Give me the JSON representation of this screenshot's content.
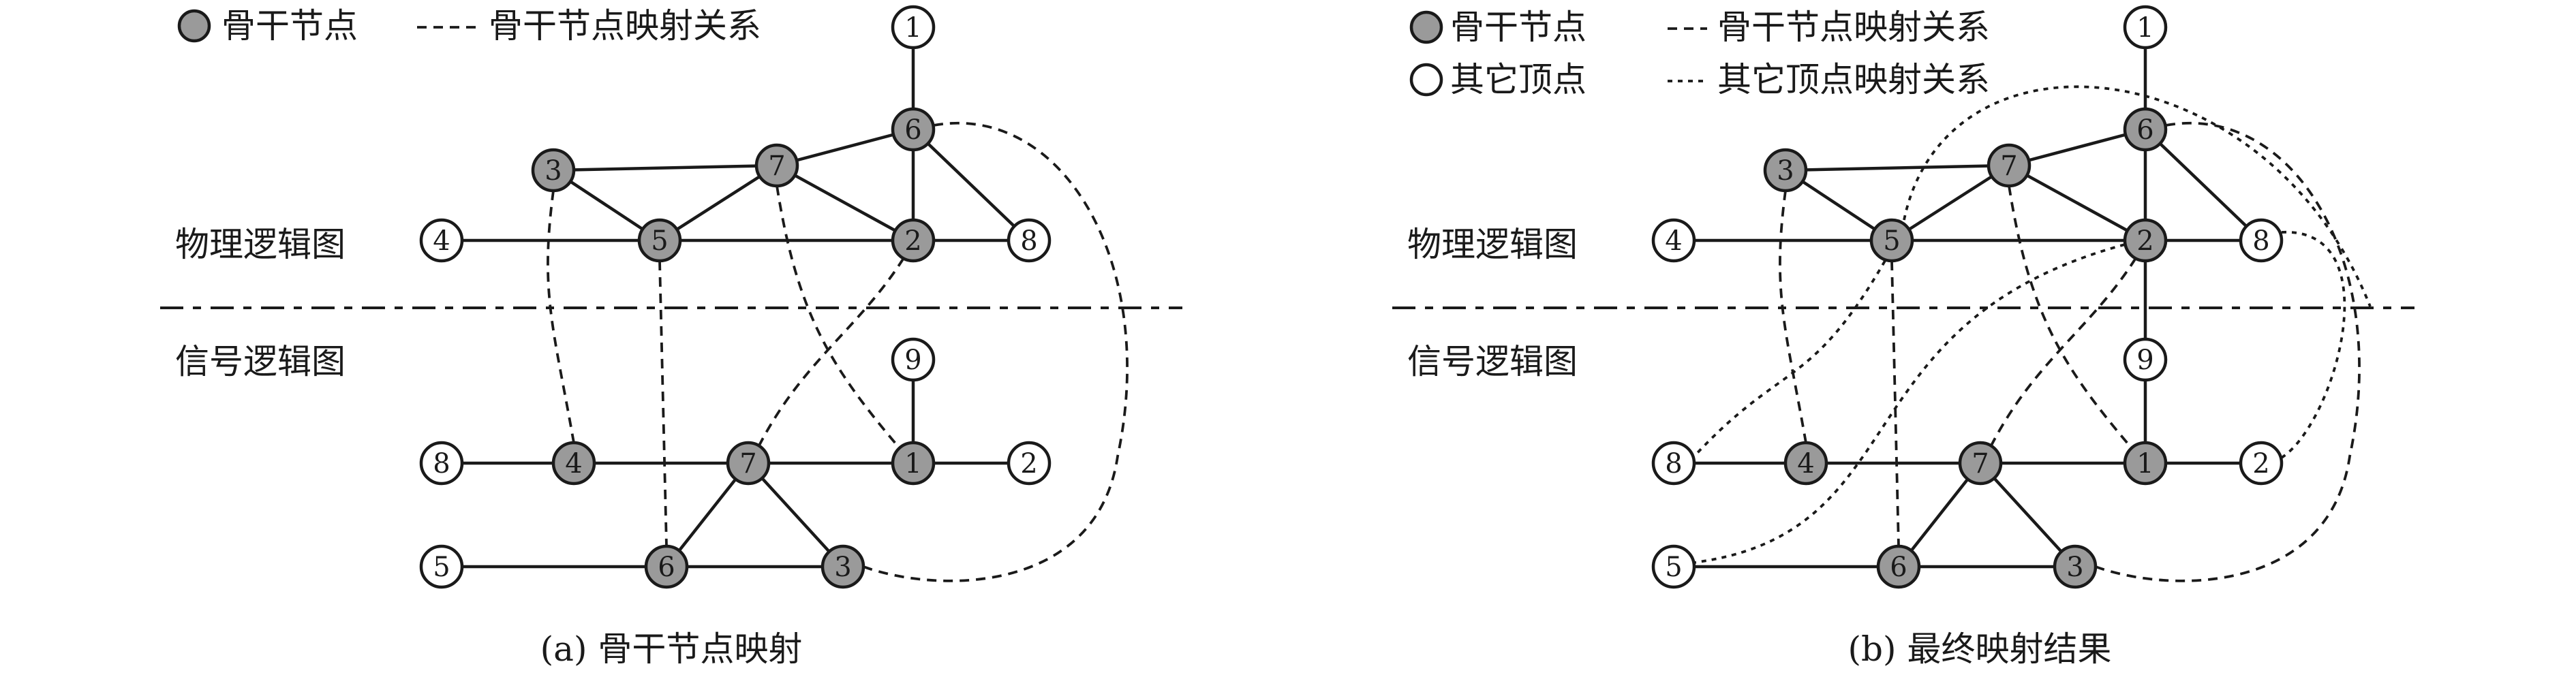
{
  "colors": {
    "backbone": "#9a9a9a",
    "other": "#ffffff",
    "stroke": "#1a1a1a"
  },
  "legend": {
    "backbone_node": "骨干节点",
    "backbone_mapping": "骨干节点映射关系",
    "other_node": "其它顶点",
    "other_mapping": "其它顶点映射关系"
  },
  "layers": {
    "physical": "物理逻辑图",
    "signal": "信号逻辑图"
  },
  "captions": {
    "a": "(a) 骨干节点映射",
    "b": "(b) 最终映射结果"
  },
  "physical_nodes": [
    {
      "id": "1",
      "type": "other"
    },
    {
      "id": "6",
      "type": "backbone"
    },
    {
      "id": "3",
      "type": "backbone"
    },
    {
      "id": "7",
      "type": "backbone"
    },
    {
      "id": "4",
      "type": "other"
    },
    {
      "id": "5",
      "type": "backbone"
    },
    {
      "id": "2",
      "type": "backbone"
    },
    {
      "id": "8",
      "type": "other"
    }
  ],
  "signal_nodes": [
    {
      "id": "9",
      "type": "other"
    },
    {
      "id": "8",
      "type": "other"
    },
    {
      "id": "4",
      "type": "backbone"
    },
    {
      "id": "7",
      "type": "backbone"
    },
    {
      "id": "1",
      "type": "backbone"
    },
    {
      "id": "2",
      "type": "other"
    },
    {
      "id": "5",
      "type": "other"
    },
    {
      "id": "6",
      "type": "backbone"
    },
    {
      "id": "3",
      "type": "backbone"
    }
  ],
  "physical_edges": [
    [
      "1",
      "6"
    ],
    [
      "6",
      "7"
    ],
    [
      "6",
      "2"
    ],
    [
      "6",
      "8"
    ],
    [
      "3",
      "7"
    ],
    [
      "3",
      "5"
    ],
    [
      "7",
      "5"
    ],
    [
      "7",
      "2"
    ],
    [
      "4",
      "5"
    ],
    [
      "5",
      "2"
    ],
    [
      "2",
      "8"
    ]
  ],
  "signal_edges": [
    [
      "9",
      "1"
    ],
    [
      "8",
      "4"
    ],
    [
      "4",
      "7"
    ],
    [
      "7",
      "1"
    ],
    [
      "1",
      "2"
    ],
    [
      "7",
      "6"
    ],
    [
      "7",
      "3"
    ],
    [
      "5",
      "6"
    ],
    [
      "6",
      "3"
    ]
  ]
}
